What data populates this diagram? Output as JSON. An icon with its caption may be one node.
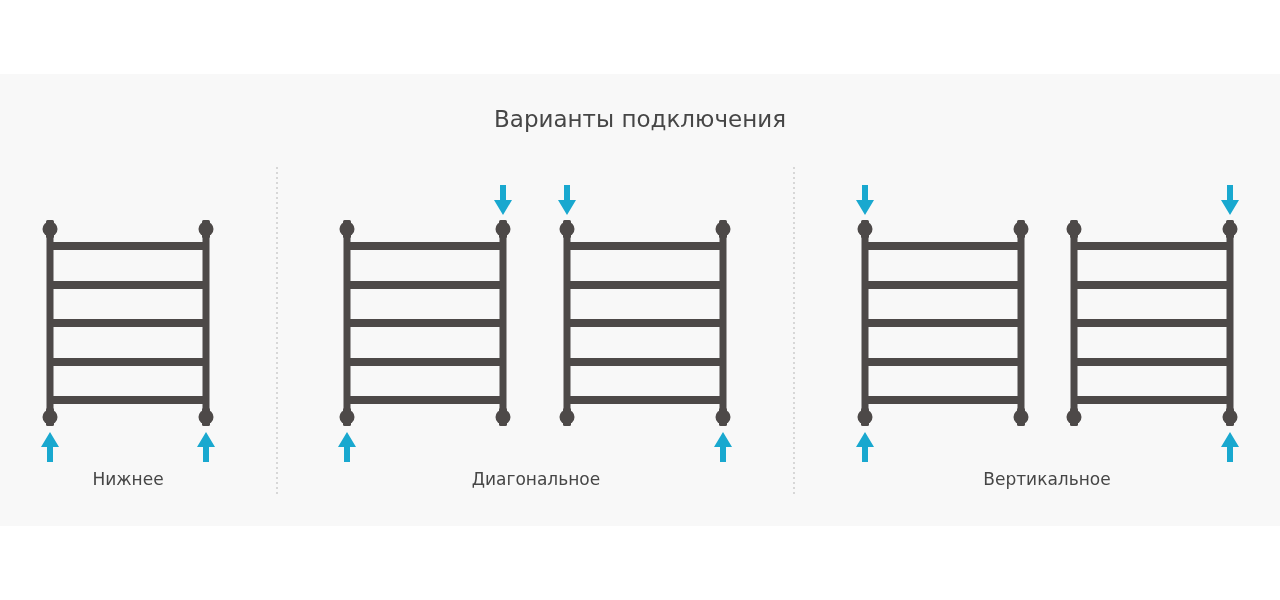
{
  "diagram": {
    "title": "Варианты подключения",
    "labels": [
      "Нижнее",
      "Диагональное",
      "Вертикальное"
    ]
  }
}
